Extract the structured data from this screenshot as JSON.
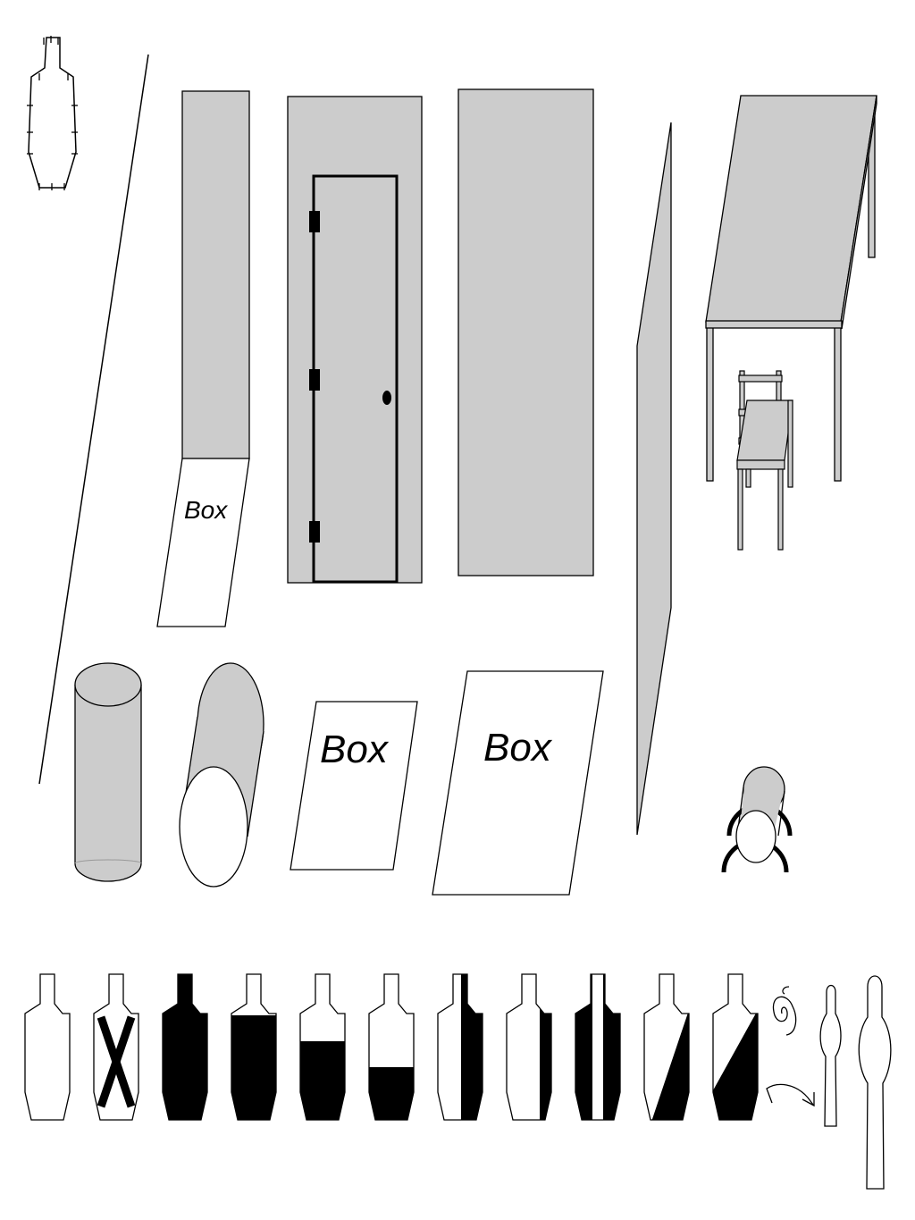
{
  "colors": {
    "background": "#ffffff",
    "fill_gray": "#cccccc",
    "stroke": "#000000",
    "target_dark": "#000000",
    "target_light": "#ffffff"
  },
  "labels": {
    "box_small": "Box",
    "box_medium": "Box",
    "box_large": "Box"
  },
  "icons": {
    "outlined_target": "target-silhouette-icon",
    "door": "door-icon",
    "table": "table-icon",
    "chair": "chair-icon",
    "drum": "barrel-icon",
    "tunnel": "tunnel-icon",
    "arrow": "turn-arrow-icon",
    "spiral": "spiral-icon",
    "figure": "figure-target-icon"
  },
  "target_row": {
    "patterns": [
      "blank",
      "x-mark",
      "full-black",
      "black-below-neck",
      "lower-two-thirds-black",
      "lower-third-black",
      "center-stripe-black",
      "right-edge-black",
      "both-sides-black",
      "diagonal-lower-right",
      "diagonal-lower-left"
    ]
  }
}
